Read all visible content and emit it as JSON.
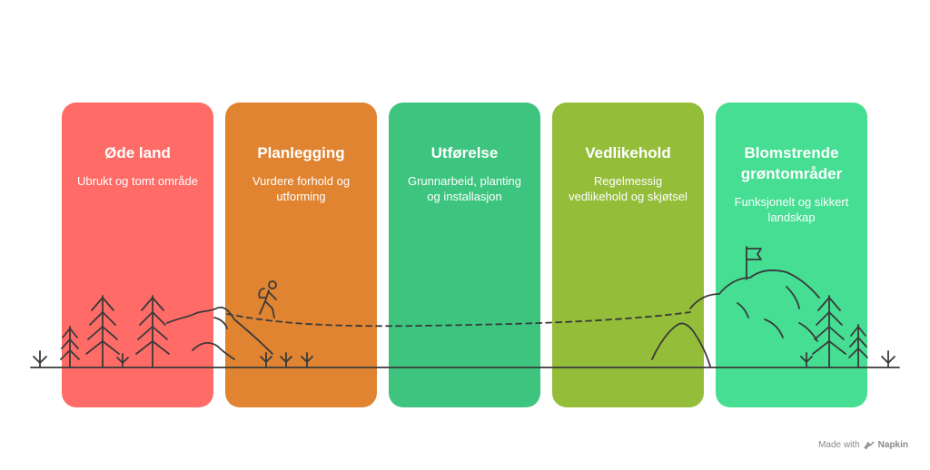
{
  "stages": [
    {
      "title": "Øde land",
      "description": "Ubrukt og tomt område",
      "color": "#FF6B66"
    },
    {
      "title": "Planlegging",
      "description": "Vurdere forhold og utforming",
      "color": "#E08432"
    },
    {
      "title": "Utførelse",
      "description": "Grunnarbeid, planting og installasjon",
      "color": "#3DC47E"
    },
    {
      "title": "Vedlikehold",
      "description": "Regelmessig vedlikehold og skjøtsel",
      "color": "#94BD3A"
    },
    {
      "title": "Blomstrende grøntområder",
      "description": "Funksjonelt og sikkert landskap",
      "color": "#45DE92"
    }
  ],
  "footer": {
    "made_with": "Made with",
    "brand": "Napkin",
    "icon": "napkin-logo-icon"
  },
  "line_color": "#3a3a3a"
}
